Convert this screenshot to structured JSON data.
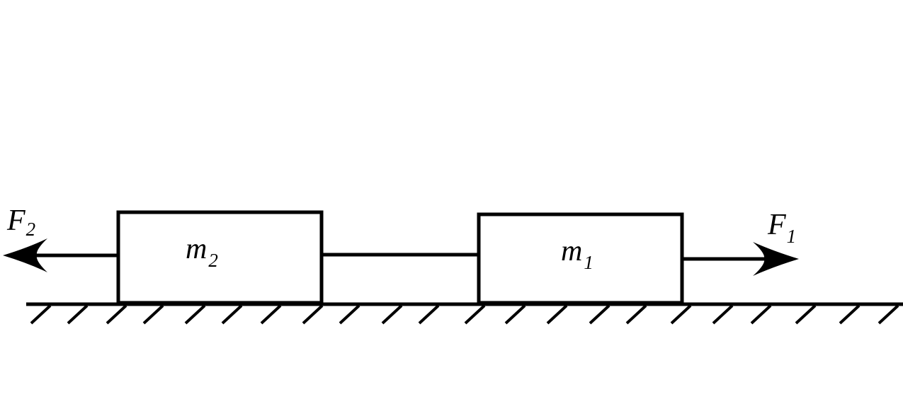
{
  "diagram": {
    "block_left": {
      "label_main": "m",
      "label_sub": "2"
    },
    "block_right": {
      "label_main": "m",
      "label_sub": "1"
    },
    "force_left": {
      "label_main": "F",
      "label_sub": "2",
      "direction": "left"
    },
    "force_right": {
      "label_main": "F",
      "label_sub": "1",
      "direction": "right"
    },
    "colors": {
      "stroke": "#000000",
      "background": "#ffffff"
    }
  }
}
